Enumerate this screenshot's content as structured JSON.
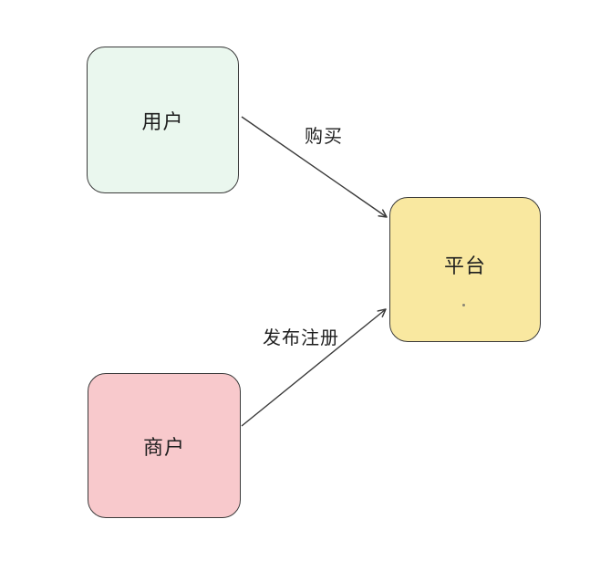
{
  "canvas": {
    "background": "#ffffff"
  },
  "nodes": [
    {
      "id": "user",
      "label": "用户",
      "fill": "#eaf7ee",
      "border": "#3a3a3a"
    },
    {
      "id": "platform",
      "label": "平台",
      "fill": "#f9e8a0",
      "border": "#3a3a3a"
    },
    {
      "id": "merchant",
      "label": "商户",
      "fill": "#f8c9cc",
      "border": "#3a3a3a"
    }
  ],
  "edges": [
    {
      "from": "user",
      "to": "platform",
      "label": "购买",
      "color": "#3a3a3a"
    },
    {
      "from": "merchant",
      "to": "platform",
      "label": "发布注册",
      "color": "#3a3a3a"
    }
  ]
}
